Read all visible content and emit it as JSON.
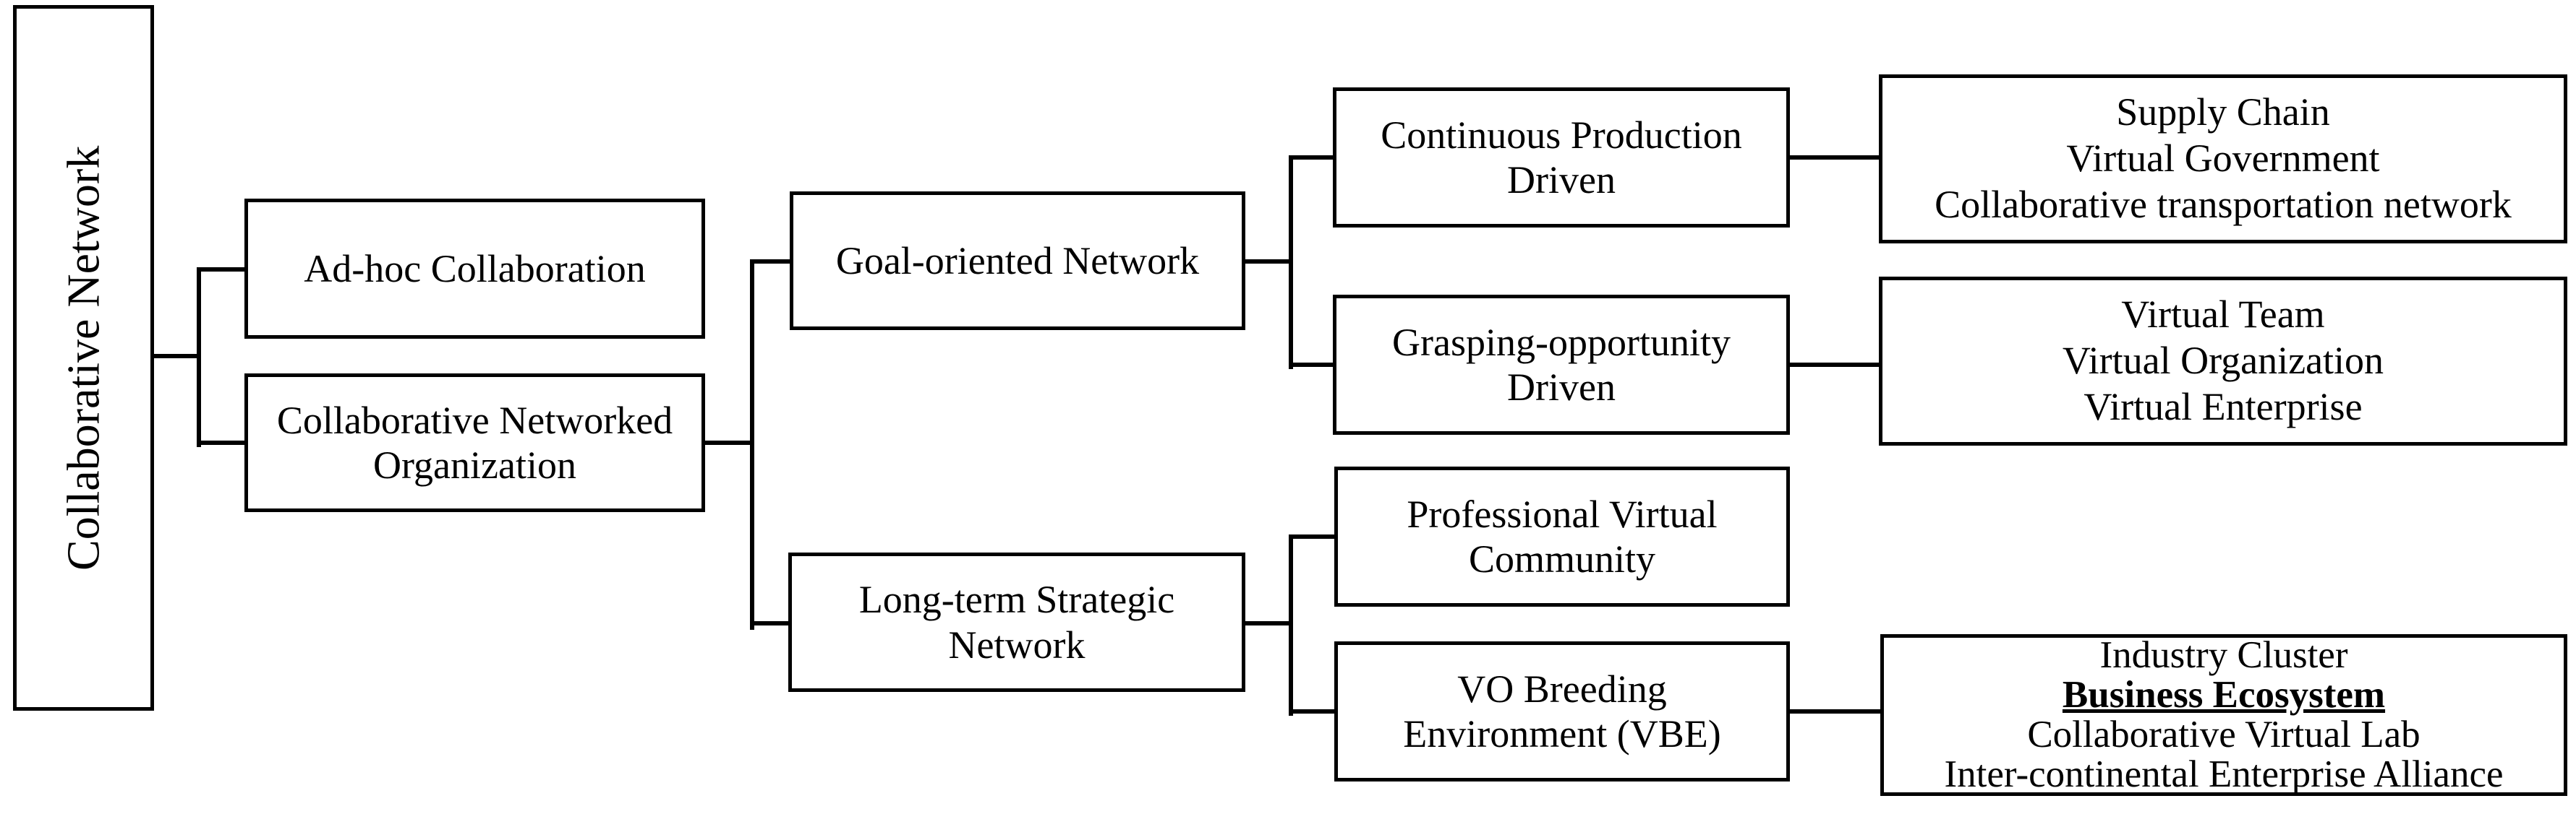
{
  "colors": {
    "background": "#ffffff",
    "line": "#000000",
    "text": "#000000"
  },
  "tree": {
    "root_label": "Collaborative Network",
    "ad_hoc_label": "Ad-hoc Collaboration",
    "cno_label": [
      "Collaborative Networked",
      "Organization"
    ],
    "goal_label": "Goal-oriented Network",
    "long_term_label": [
      "Long-term Strategic",
      "Network"
    ],
    "continuous_label": [
      "Continuous Production",
      "Driven"
    ],
    "grasping_label": [
      "Grasping-opportunity",
      "Driven"
    ],
    "pvc_label": [
      "Professional Virtual",
      "Community"
    ],
    "vbe_label": [
      "VO Breeding",
      "Environment (VBE)"
    ],
    "continuous_examples": [
      "Supply Chain",
      "Virtual Government",
      "Collaborative transportation network"
    ],
    "grasping_examples": [
      "Virtual Team",
      "Virtual Organization",
      "Virtual Enterprise"
    ],
    "vbe_examples": [
      "Industry Cluster",
      {
        "text": "Business Ecosystem",
        "emphasis": true
      },
      "Collaborative Virtual Lab",
      "Inter-continental Enterprise Alliance"
    ]
  }
}
